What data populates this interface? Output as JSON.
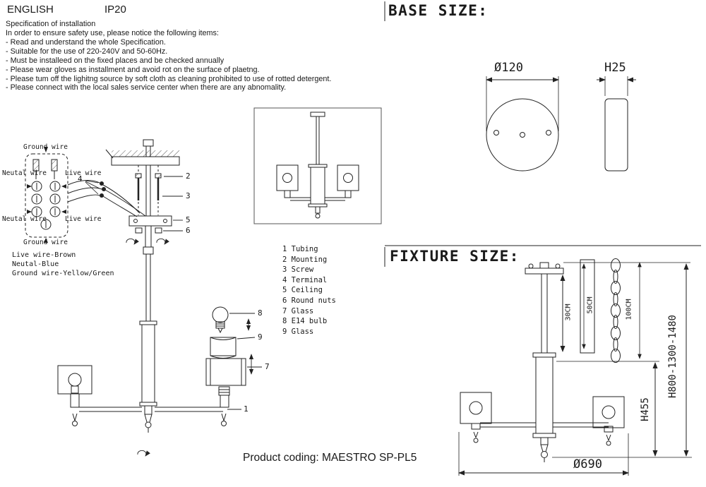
{
  "colors": {
    "ink": "#1a1a1a"
  },
  "header": {
    "language": "ENGLISH",
    "ip_rating": "IP20"
  },
  "spec": {
    "title": "Specification of installation",
    "lines": [
      "In order to ensure safety use, please notice the following items:",
      "- Read and understand the whole Specification.",
      "- Suitable for the use of 220-240V and 50-60Hz.",
      "- Must be installeed on the fixed places and be checked annually",
      "- Please wear gloves as installment and avoid rot on the surface of plaetng.",
      "- Please tum off the lighitng source by soft cloth as cleaning prohibited to use of rotted detergent.",
      "- Please connect with the local sales service center when there are any abnomality."
    ]
  },
  "wiring": {
    "ground_top": "Ground wire",
    "neutral_top": "Neutal wire",
    "live_top": "Live wire",
    "neutral_bottom": "Neutal wire",
    "live_bottom": "Live wire",
    "ground_bottom": "Ground wire",
    "legend": [
      "Live wire-Brown",
      "Neutal-Blue",
      "Ground wire-Yellow/Green"
    ]
  },
  "parts_list": [
    "1 Tubing",
    "2 Mounting",
    "3 Screw",
    "4 Terminal",
    "5 Ceiling",
    "6 Round nuts",
    "7 Glass",
    "8 E14 bulb",
    "9 Glass"
  ],
  "callouts": {
    "c1": "1",
    "c2": "2",
    "c3": "3",
    "c4": "4",
    "c5": "5",
    "c6": "6",
    "c7": "7",
    "c8": "8",
    "c9": "9"
  },
  "base_size": {
    "title": "BASE SIZE:",
    "diameter": "Ø120",
    "height": "H25"
  },
  "fixture_size": {
    "title": "FIXTURE SIZE:",
    "rod_length": "30CM",
    "rod_option_length": "50CM",
    "chain_length": "100CM",
    "body_height": "H455",
    "overall_height": "H800-1300-1480",
    "diameter": "Ø690"
  },
  "footer": {
    "product_coding": "Product coding: MAESTRO SP-PL5"
  }
}
